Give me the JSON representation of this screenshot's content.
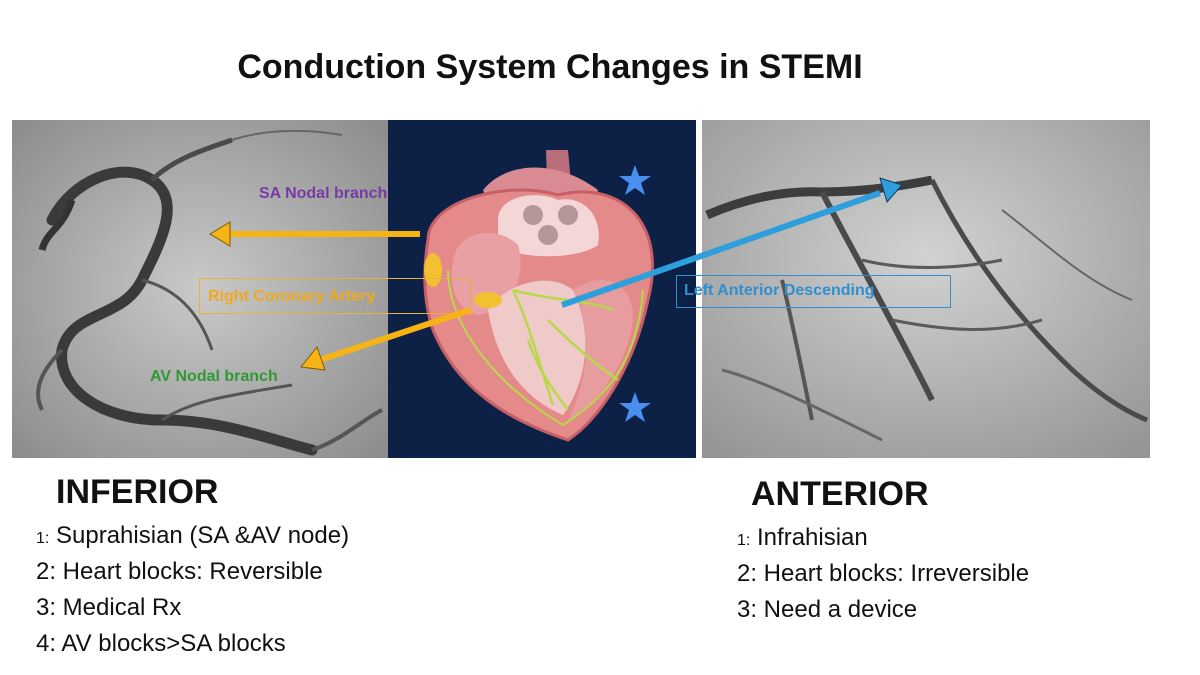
{
  "title": "Conduction System Changes in STEMI",
  "labels": {
    "sa_nodal_branch": "SA Nodal branch",
    "right_coronary_artery": "Right Coronary Artery",
    "av_nodal_branch": "AV Nodal branch",
    "left_anterior_descending": "Left Anterior Descending"
  },
  "inferior": {
    "heading": "INFERIOR",
    "items": [
      {
        "num": "1:",
        "text": " Suprahisian (SA &AV node)"
      },
      {
        "num": "2:",
        "text": " Heart blocks: Reversible"
      },
      {
        "num": "3:",
        "text": " Medical Rx"
      },
      {
        "num": "4:",
        "text": " AV blocks>SA blocks"
      }
    ]
  },
  "anterior": {
    "heading": "ANTERIOR",
    "items": [
      {
        "num": "1:",
        "text": " Infrahisian"
      },
      {
        "num": "2:",
        "text": " Heart blocks: Irreversible"
      },
      {
        "num": "3:",
        "text": " Need a device"
      }
    ]
  },
  "colors": {
    "rca_arrow": "#f6b315",
    "lad_arrow": "#2e9fdc",
    "sa_text": "#7a3aa6",
    "av_text": "#2f9a35",
    "heart_bg": "#0c2145",
    "star": "#4a8ff0"
  }
}
